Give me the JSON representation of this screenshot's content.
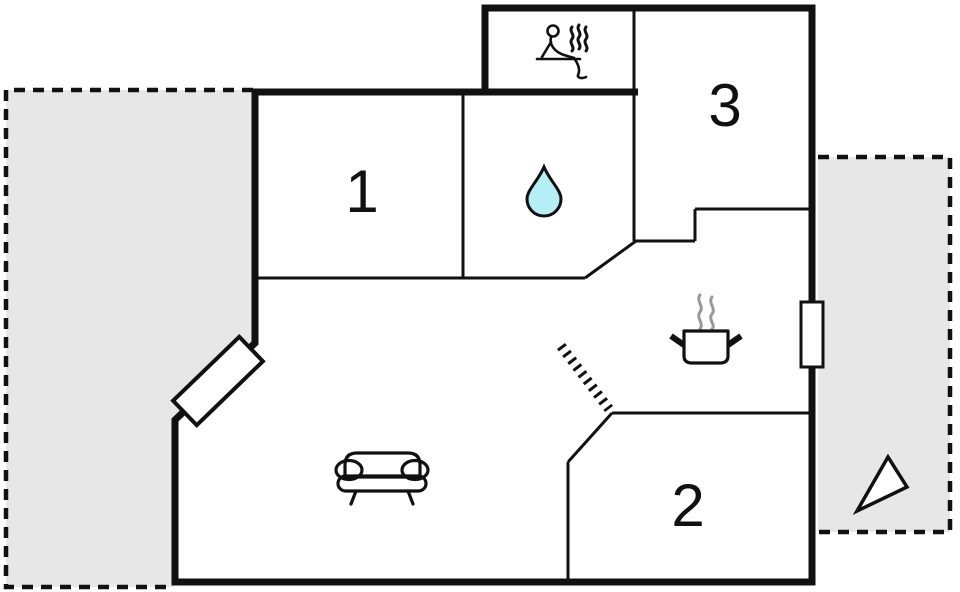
{
  "plan": {
    "rooms": [
      {
        "label": "1"
      },
      {
        "label": "2"
      },
      {
        "label": "3"
      }
    ],
    "colors": {
      "wall": "#111111",
      "background": "#ffffff",
      "terrace_fill": "#e7e7e7",
      "terrace_border": "#111111",
      "water_drop_fill": "#b5eef5",
      "steam_color": "#999999",
      "label_color": "#111111"
    },
    "icons": [
      "sauna-icon",
      "water-drop-icon",
      "cooking-pot-icon",
      "sofa-icon",
      "compass-needle-icon"
    ]
  }
}
